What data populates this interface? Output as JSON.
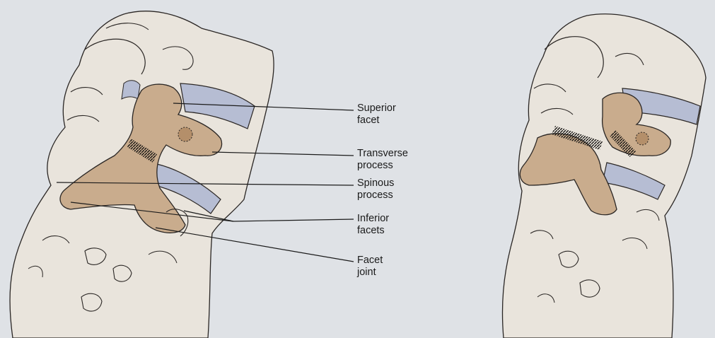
{
  "labels": [
    {
      "line1": "Superior",
      "line2": "facet"
    },
    {
      "line1": "Transverse",
      "line2": "process"
    },
    {
      "line1": "Spinous",
      "line2": "process"
    },
    {
      "line1": "Inferior",
      "line2": "facets"
    },
    {
      "line1": "Facet",
      "line2": "joint"
    }
  ],
  "colors": {
    "background": "#dfe2e6",
    "bone_fill": "#e9e4dc",
    "vertebra_highlight": "#c9ac8d",
    "disc": "#b6bdd3",
    "outline": "#2a2624"
  }
}
